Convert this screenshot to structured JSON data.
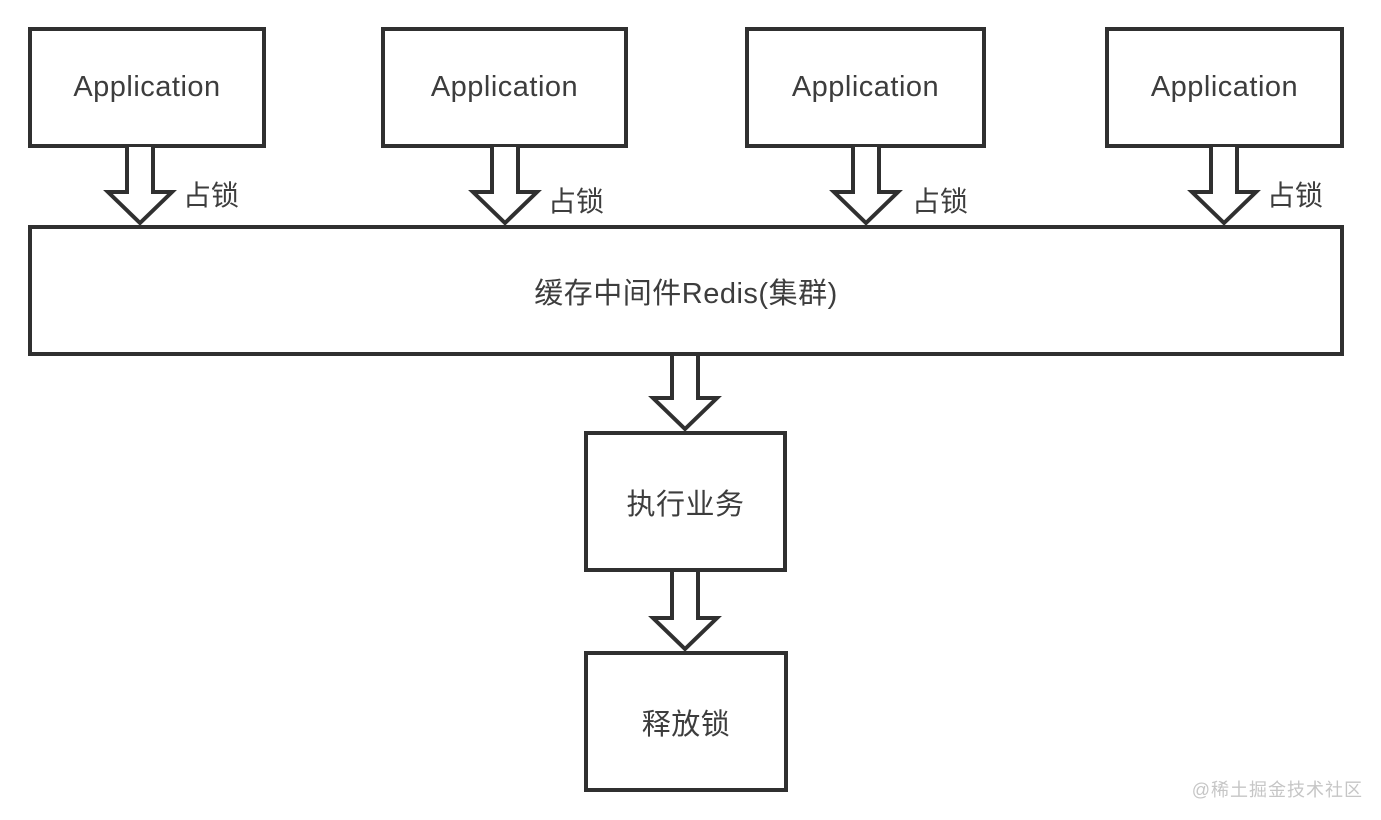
{
  "diagram": {
    "applications": [
      {
        "label": "Application"
      },
      {
        "label": "Application"
      },
      {
        "label": "Application"
      },
      {
        "label": "Application"
      }
    ],
    "lock_edges": [
      {
        "label": "占锁"
      },
      {
        "label": "占锁"
      },
      {
        "label": "占锁"
      },
      {
        "label": "占锁"
      }
    ],
    "redis": {
      "label": "缓存中间件Redis(集群)"
    },
    "execute": {
      "label": "执行业务"
    },
    "release": {
      "label": "释放锁"
    },
    "watermark": {
      "label": "@稀土掘金技术社区"
    },
    "colors": {
      "stroke": "#303030",
      "text": "#3d3d3d",
      "watermark": "#c6c6c6",
      "background": "#ffffff"
    }
  }
}
